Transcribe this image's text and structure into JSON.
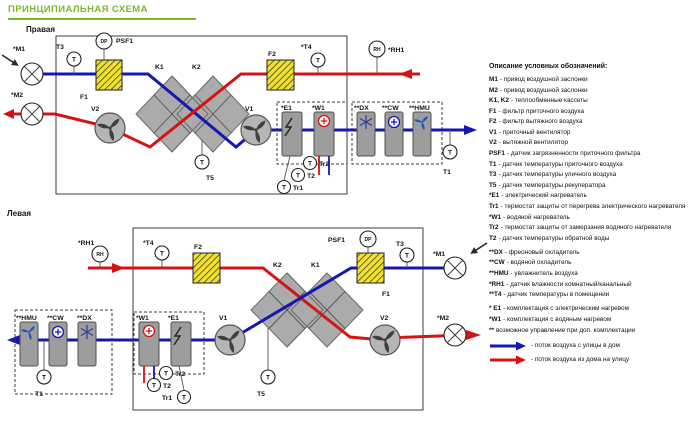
{
  "page_title": "ПРИНЦИПИАЛЬНАЯ СХЕМА",
  "diagrams": {
    "right": {
      "label": "Правая"
    },
    "left": {
      "label": "Левая"
    }
  },
  "labels": {
    "m1": "*M1",
    "m2": "*M2",
    "t3": "T3",
    "t4": "*T4",
    "t5": "T5",
    "t1": "T1",
    "t2": "T2",
    "tr1": "Tr1",
    "tr2": "Tr2",
    "psf1": "PSF1",
    "rh1": "*RH1",
    "f1": "F1",
    "f2": "F2",
    "k1": "K1",
    "k2": "K2",
    "v1": "V1",
    "v2": "V2",
    "e1": "*E1",
    "w1": "*W1",
    "dx": "**DX",
    "cw": "**CW",
    "hmu": "**HMU"
  },
  "glyphs": {
    "t": "T",
    "dp": "DP",
    "rh": "RH"
  },
  "colors": {
    "accent_green": "#79b928",
    "flow_supply_blue": "#1616b0",
    "flow_exhaust_red": "#d41414",
    "filter_yellow": "#f1e12f",
    "component_gray": "#9d9d9d"
  },
  "legend": {
    "title": "Описание условных обозначений:",
    "groups": [
      {
        "items": [
          {
            "key": "M1",
            "text": "- привод воздушной заслонки"
          },
          {
            "key": "M2",
            "text": "- привод воздушной заслонки"
          },
          {
            "key": "K1, K2",
            "text": "- теплообменные кассеты"
          },
          {
            "key": "F1",
            "text": "- фильтр приточного воздуха"
          },
          {
            "key": "F2",
            "text": "- фильтр вытяжного воздуха"
          },
          {
            "key": "V1",
            "text": "- приточный вентилятор"
          },
          {
            "key": "V2",
            "text": "- вытяжной вентилятор"
          },
          {
            "key": "PSF1",
            "text": "- датчик загрязненности приточного фильтра"
          },
          {
            "key": "T1",
            "text": "- датчик температуры приточного воздуха"
          },
          {
            "key": "T3",
            "text": "- датчик температуры уличного воздуха"
          },
          {
            "key": "T5",
            "text": "- датчик температуры рекуператора"
          },
          {
            "key": "*E1",
            "text": "- электрический нагреватель"
          },
          {
            "key": "Tr1",
            "text": "- термостат защиты от перегрева электрического нагревателя"
          },
          {
            "key": "*W1",
            "text": "- водяной нагреватель"
          },
          {
            "key": "Tr2",
            "text": "- термостат защиты от замерзания водяного нагревателя"
          },
          {
            "key": "T2",
            "text": "- датчик температуры обратной воды"
          }
        ]
      },
      {
        "items": [
          {
            "key": "**DX",
            "text": "- фреоновый охладитель"
          },
          {
            "key": "**CW",
            "text": "- водяной охладитель"
          },
          {
            "key": "**HMU",
            "text": "- увлажнитель воздуха"
          },
          {
            "key": "*RH1",
            "text": "- датчик влажности комнатный/канальный"
          },
          {
            "key": "**T4",
            "text": "- датчик температуры в помещении"
          }
        ]
      },
      {
        "items": [
          {
            "key": "* E1",
            "text": "- комплектация с электрическим нагревом"
          },
          {
            "key": "*W1",
            "text": "- комплектация с водяным нагревом"
          },
          {
            "key": "**",
            "text": "возможное управление при доп. комплектации"
          }
        ]
      }
    ],
    "flows": [
      {
        "color": "#1616b0",
        "text": "- поток воздуха с улицы в дом"
      },
      {
        "color": "#d41414",
        "text": "- поток воздуха из дома на улицу"
      }
    ]
  }
}
